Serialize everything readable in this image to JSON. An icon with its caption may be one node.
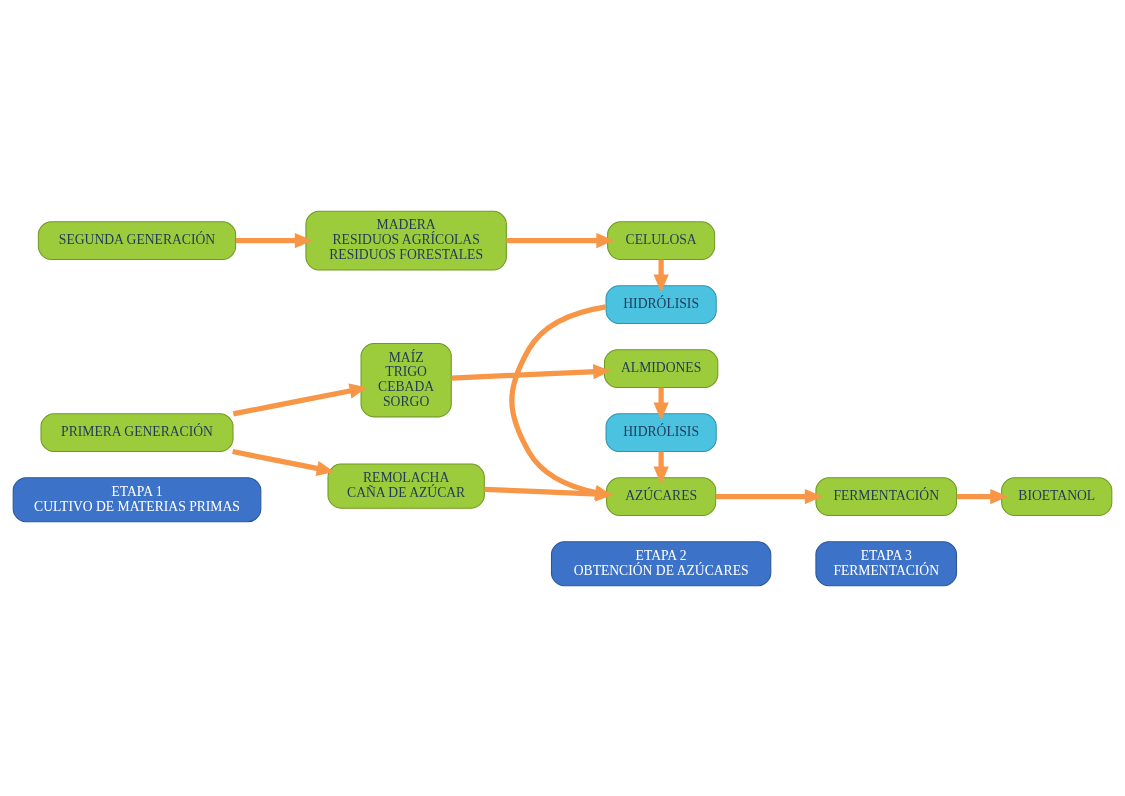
{
  "diagram": {
    "nodes": [
      {
        "text": [
          "ETAPA 1",
          "CULTIVO DE MATERIAS PRIMAS"
        ]
      },
      {
        "text": [
          "ETAPA 2",
          "OBTENCIÓN DE AZÚCARES"
        ]
      },
      {
        "text": [
          "ETAPA 3",
          "FERMENTACIÓN"
        ]
      },
      {
        "text": [
          "PRIMERA GENERACIÓN"
        ]
      },
      {
        "text": [
          "MAÍZ",
          "TRIGO",
          "CEBADA",
          "SORGO"
        ]
      },
      {
        "text": [
          "ALMIDONES"
        ]
      },
      {
        "text": [
          "HIDRÓLISIS"
        ]
      },
      {
        "text": [
          "REMOLACHA",
          "CAÑA DE AZÚCAR"
        ]
      },
      {
        "text": [
          "AZÚCARES"
        ]
      },
      {
        "text": [
          "FERMENTACIÓN"
        ]
      },
      {
        "text": [
          "BIOETANOL"
        ]
      },
      {
        "text": [
          "HIDRÓLISIS"
        ]
      },
      {
        "text": [
          "SEGUNDA GENERACIÓN"
        ]
      },
      {
        "text": [
          "MADERA",
          "RESIDUOS AGRÍCOLAS",
          "RESIDUOS FORESTALES"
        ]
      },
      {
        "text": [
          "CELULOSA"
        ]
      }
    ],
    "edges": [
      {
        "from": 3,
        "to": 4,
        "arrow": "to"
      },
      {
        "from": 3,
        "to": 7,
        "arrow": "to"
      },
      {
        "from": 4,
        "to": 5,
        "arrow": "to"
      },
      {
        "from": 5,
        "to": 6,
        "arrow": "to"
      },
      {
        "from": 6,
        "to": 8,
        "arrow": "to"
      },
      {
        "from": 7,
        "to": 8,
        "arrow": "to"
      },
      {
        "from": 8,
        "to": 9,
        "arrow": "to"
      },
      {
        "from": 9,
        "to": 10,
        "arrow": "to"
      },
      {
        "from": 14,
        "to": 11,
        "arrow": "to"
      },
      {
        "from": 11,
        "to": 8,
        "arrow": "to"
      },
      {
        "from": 12,
        "to": 13,
        "arrow": "to"
      },
      {
        "from": 13,
        "to": 14,
        "arrow": "to"
      }
    ]
  }
}
